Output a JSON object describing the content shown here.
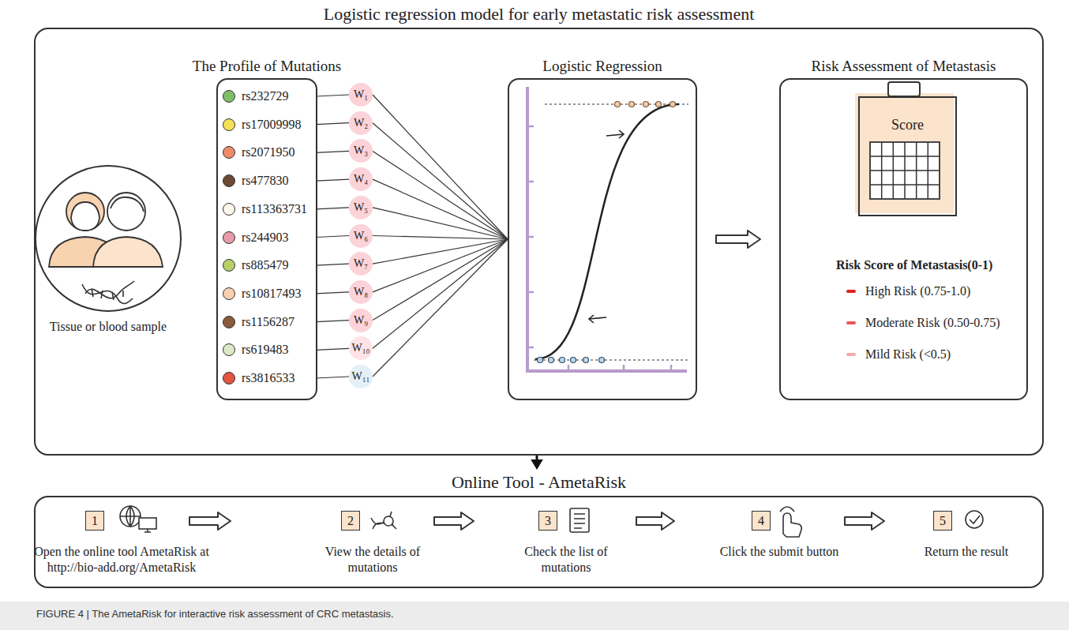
{
  "diagram": {
    "caption": "FIGURE 4 | The AmetaRisk for interactive risk assessment of CRC metastasis.",
    "nodes": [
      {
        "text": [
          "Logistic regression model for early metastatic risk assessment"
        ]
      },
      {
        "text": [
          "Tissue or blood sample"
        ],
        "in": 0
      },
      {
        "text": [
          "The Profile of Mutations"
        ],
        "in": 0
      },
      {
        "text": [
          "rs232729"
        ],
        "in": 2
      },
      {
        "text": [
          "rs17009998"
        ],
        "in": 2
      },
      {
        "text": [
          "rs2071950"
        ],
        "in": 2
      },
      {
        "text": [
          "rs477830"
        ],
        "in": 2
      },
      {
        "text": [
          "rs113363731"
        ],
        "in": 2
      },
      {
        "text": [
          "rs244903"
        ],
        "in": 2
      },
      {
        "text": [
          "rs885479"
        ],
        "in": 2
      },
      {
        "text": [
          "rs10817493"
        ],
        "in": 2
      },
      {
        "text": [
          "rs1156287"
        ],
        "in": 2
      },
      {
        "text": [
          "rs619483"
        ],
        "in": 2
      },
      {
        "text": [
          "rs3816533"
        ],
        "in": 2
      },
      {
        "text": [
          "W₁"
        ],
        "in": 0
      },
      {
        "text": [
          "W₂"
        ],
        "in": 0
      },
      {
        "text": [
          "W₃"
        ],
        "in": 0
      },
      {
        "text": [
          "W₄"
        ],
        "in": 0
      },
      {
        "text": [
          "W₅"
        ],
        "in": 0
      },
      {
        "text": [
          "W₆"
        ],
        "in": 0
      },
      {
        "text": [
          "W₇"
        ],
        "in": 0
      },
      {
        "text": [
          "W₈"
        ],
        "in": 0
      },
      {
        "text": [
          "W₉"
        ],
        "in": 0
      },
      {
        "text": [
          "W₁₀"
        ],
        "in": 0
      },
      {
        "text": [
          "W₁₁"
        ],
        "in": 0
      },
      {
        "text": [
          "Logistic Regression"
        ],
        "in": 0
      },
      {
        "text": [
          "Risk Assessment of Metastasis",
          "Risk Score of Metastasis(0-1)"
        ],
        "in": 0
      },
      {
        "text": [
          "Score"
        ],
        "in": 26
      },
      {
        "text": [
          "Online Tool - AmetaRisk"
        ]
      },
      {
        "text": [
          "1",
          "Open the online tool AmetaRisk at http://bio-add.org/AmetaRisk"
        ],
        "in": 28
      },
      {
        "text": [
          "2",
          "View the details of mutations"
        ],
        "in": 28
      },
      {
        "text": [
          "3",
          "Check the list of mutations"
        ],
        "in": 28
      },
      {
        "text": [
          "4",
          "Click the submit button"
        ],
        "in": 28
      },
      {
        "text": [
          "5",
          "Return the result"
        ],
        "in": 28
      }
    ],
    "edges": [
      {
        "from": 3,
        "to": 14,
        "arrow": "none"
      },
      {
        "from": 4,
        "to": 15,
        "arrow": "none"
      },
      {
        "from": 5,
        "to": 16,
        "arrow": "none"
      },
      {
        "from": 6,
        "to": 17,
        "arrow": "none"
      },
      {
        "from": 7,
        "to": 18,
        "arrow": "none"
      },
      {
        "from": 8,
        "to": 19,
        "arrow": "none"
      },
      {
        "from": 9,
        "to": 20,
        "arrow": "none"
      },
      {
        "from": 10,
        "to": 21,
        "arrow": "none"
      },
      {
        "from": 11,
        "to": 22,
        "arrow": "none"
      },
      {
        "from": 12,
        "to": 23,
        "arrow": "none"
      },
      {
        "from": 13,
        "to": 24,
        "arrow": "none"
      },
      {
        "from": 14,
        "to": 25,
        "arrow": "none"
      },
      {
        "from": 15,
        "to": 25,
        "arrow": "none"
      },
      {
        "from": 16,
        "to": 25,
        "arrow": "none"
      },
      {
        "from": 17,
        "to": 25,
        "arrow": "none"
      },
      {
        "from": 18,
        "to": 25,
        "arrow": "none"
      },
      {
        "from": 19,
        "to": 25,
        "arrow": "none"
      },
      {
        "from": 20,
        "to": 25,
        "arrow": "none"
      },
      {
        "from": 21,
        "to": 25,
        "arrow": "none"
      },
      {
        "from": 22,
        "to": 25,
        "arrow": "none"
      },
      {
        "from": 23,
        "to": 25,
        "arrow": "none"
      },
      {
        "from": 24,
        "to": 25,
        "arrow": "none"
      },
      {
        "from": 25,
        "to": 26,
        "arrow": "to"
      },
      {
        "from": 0,
        "to": 28,
        "arrow": "to"
      },
      {
        "from": 29,
        "to": 30,
        "arrow": "to"
      },
      {
        "from": 30,
        "to": 31,
        "arrow": "to"
      },
      {
        "from": 31,
        "to": 32,
        "arrow": "to"
      },
      {
        "from": 32,
        "to": 33,
        "arrow": "to"
      }
    ],
    "legend": [
      {
        "text": "High Risk (0.75-1.0)",
        "color": "#e0211d"
      },
      {
        "text": "Moderate Risk (0.50-0.75)",
        "color": "#ec5757"
      },
      {
        "text": "Mild Risk (<0.5)",
        "color": "#f4aaa8"
      }
    ]
  }
}
